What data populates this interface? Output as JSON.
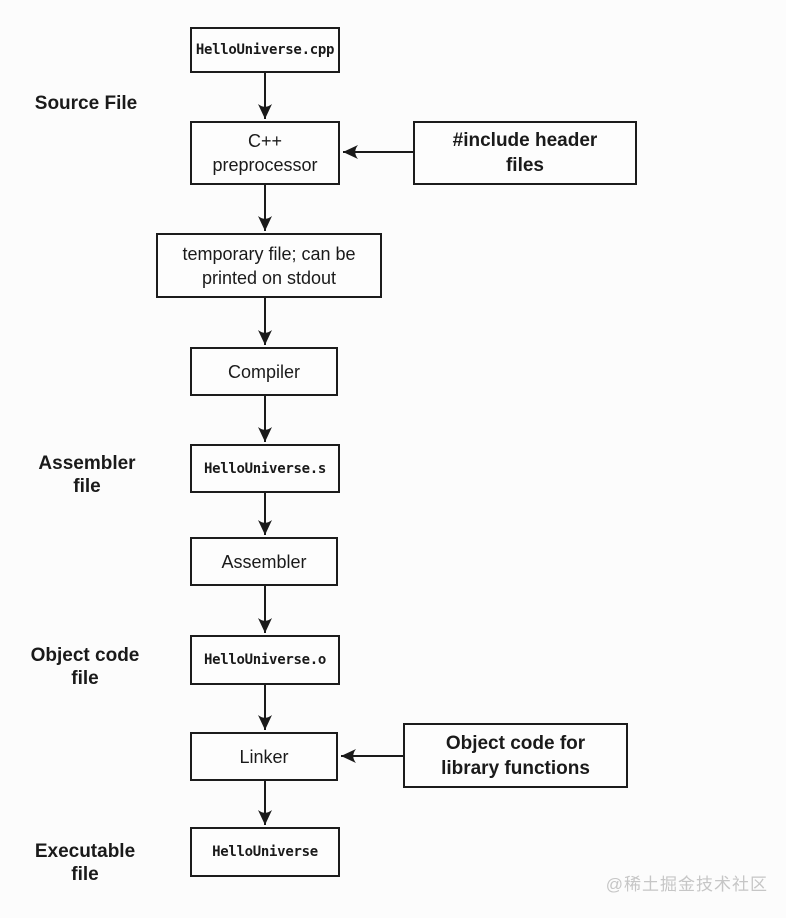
{
  "flowchart": {
    "stage_labels": {
      "source": {
        "text": "Source File"
      },
      "assembler": {
        "text": "Assembler\nfile"
      },
      "object_code": {
        "text": "Object code\nfile"
      },
      "executable": {
        "text": "Executable\nfile"
      }
    },
    "nodes": {
      "source_file": {
        "label": "HelloUniverse.cpp"
      },
      "preprocessor": {
        "label": "C++\npreprocessor"
      },
      "temp_file": {
        "label": "temporary file; can be\nprinted on stdout"
      },
      "compiler": {
        "label": "Compiler"
      },
      "assembly_file": {
        "label": "HelloUniverse.s"
      },
      "assembler": {
        "label": "Assembler"
      },
      "object_file": {
        "label": "HelloUniverse.o"
      },
      "linker": {
        "label": "Linker"
      },
      "executable": {
        "label": "HelloUniverse"
      }
    },
    "annotations": {
      "include_headers": {
        "label": "#include header\nfiles"
      },
      "library_objects": {
        "label": "Object code for\nlibrary functions"
      }
    },
    "edges": [
      {
        "from": "source_file",
        "to": "preprocessor"
      },
      {
        "from": "include_headers",
        "to": "preprocessor"
      },
      {
        "from": "preprocessor",
        "to": "temp_file"
      },
      {
        "from": "temp_file",
        "to": "compiler"
      },
      {
        "from": "compiler",
        "to": "assembly_file"
      },
      {
        "from": "assembly_file",
        "to": "assembler"
      },
      {
        "from": "assembler",
        "to": "object_file"
      },
      {
        "from": "object_file",
        "to": "linker"
      },
      {
        "from": "library_objects",
        "to": "linker"
      },
      {
        "from": "linker",
        "to": "executable"
      }
    ]
  },
  "watermark": {
    "text": "@稀土掘金技术社区",
    "color": "#c6c6c6"
  },
  "colors": {
    "line": "#1a1a1a",
    "box_border": "#1c1c1c",
    "text": "#1a1a1a",
    "background": "#fcfcfc"
  }
}
